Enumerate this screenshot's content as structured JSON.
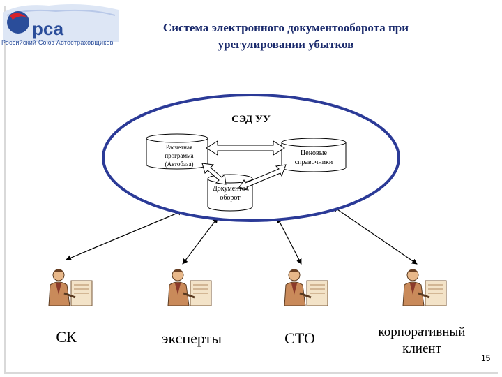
{
  "logo": {
    "text": "Российский Союз Автостраховщиков",
    "colors": {
      "blue": "#2a4d9a",
      "red": "#d8232a",
      "light": "#c9d6ee"
    }
  },
  "title": {
    "line1": "Система электронного документооборота при",
    "line2": "урегулировании убытков"
  },
  "system": {
    "label": "СЭД УУ",
    "calc_program": {
      "line1": "Расчетная",
      "line2": "программа",
      "line3": "(Автобаза)"
    },
    "price_refs": {
      "line1": "Ценовые",
      "line2": "справочники"
    },
    "document_flow": {
      "line1": "Документо-",
      "line2": "оборот"
    },
    "ellipse_color": "#2b3a97"
  },
  "parties": [
    {
      "label": "СК",
      "icon": "office-worker-icon"
    },
    {
      "label": "эксперты",
      "icon": "office-worker-icon"
    },
    {
      "label": "СТО",
      "icon": "office-worker-icon"
    },
    {
      "label_line1": "корпоративный",
      "label_line2": "клиент",
      "icon": "office-worker-icon"
    }
  ],
  "page_number": "15"
}
